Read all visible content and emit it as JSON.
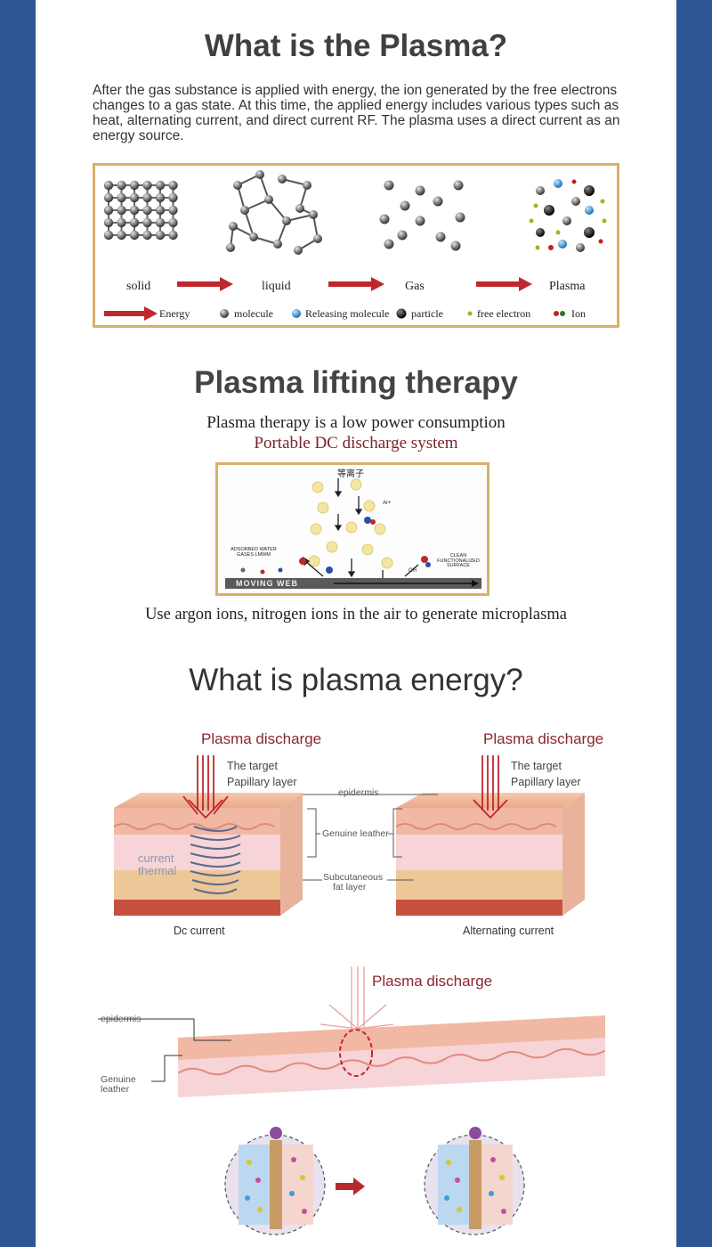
{
  "section1": {
    "title": "What is the Plasma?",
    "intro": "After the gas substance is applied with energy, the ion generated by the free electrons changes to a gas state. At this time, the applied energy includes various types such as heat, alternating current, and direct current RF. The plasma uses a direct current as an energy source.",
    "states": [
      "solid",
      "liquid",
      "Gas",
      "Plasma"
    ],
    "legend": {
      "energy": "Energy",
      "molecule": "molecule",
      "releasing": "Releasing molecule",
      "particle": "particle",
      "electron": "free electron",
      "ion": "Ion"
    }
  },
  "section2": {
    "title": "Plasma lifting therapy",
    "subtitle_line1": "Plasma therapy is a low power consumption",
    "subtitle_line2": "Portable DC discharge system",
    "diagram": {
      "top_label": "等离子",
      "ar_label": "Ar+",
      "left_label": "ADSORBED WATER GASES LMWM",
      "right_label": "CLEAN FUNCTIONALIZED SURFACE",
      "oh_label": "OH",
      "web_label": "MOVING WEB"
    },
    "caption": "Use argon ions, nitrogen ions in the air to generate microplasma"
  },
  "section3": {
    "title": "What is plasma energy?",
    "left": {
      "discharge": "Plasma discharge",
      "target_line1": "The target",
      "target_line2": "Papillary layer",
      "current_line1": "current",
      "current_line2": "thermal",
      "caption": "Dc current"
    },
    "right": {
      "discharge": "Plasma discharge",
      "target_line1": "The target",
      "target_line2": "Papillary layer",
      "caption": "Alternating current"
    },
    "middle_labels": {
      "epidermis": "epidermis",
      "genuine": "Genuine leather",
      "fat_line1": "Subcutaneous",
      "fat_line2": "fat layer"
    },
    "lower": {
      "discharge": "Plasma discharge",
      "epidermis": "epidermis",
      "genuine_line1": "Genuine",
      "genuine_line2": "leather"
    }
  },
  "colors": {
    "border_blue": "#2f5597",
    "frame_gold": "#d9b06a",
    "arrow_red": "#c0272d",
    "discharge_red": "#8b2630"
  }
}
